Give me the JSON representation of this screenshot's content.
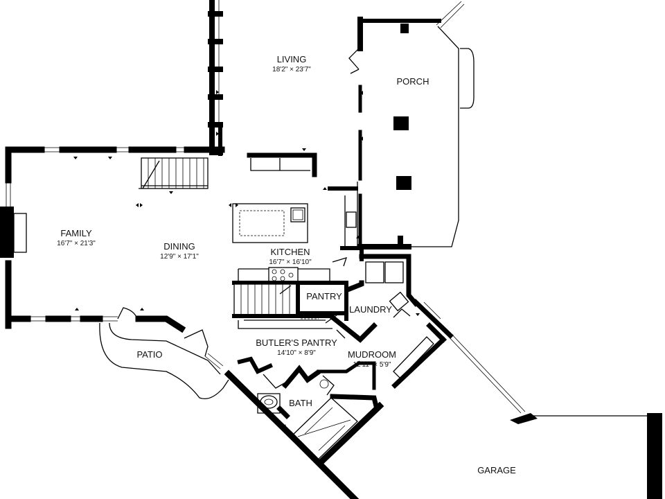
{
  "rooms": {
    "living": {
      "name": "LIVING",
      "dim": "18'2\" × 23'7\""
    },
    "porch": {
      "name": "PORCH",
      "dim": ""
    },
    "family": {
      "name": "FAMILY",
      "dim": "16'7\" × 21'3\""
    },
    "dining": {
      "name": "DINING",
      "dim": "12'9\" × 17'1\""
    },
    "kitchen": {
      "name": "KITCHEN",
      "dim": "16'7\" × 16'10\""
    },
    "pantry": {
      "name": "PANTRY",
      "dim": ""
    },
    "laundry": {
      "name": "LAUNDRY",
      "dim": ""
    },
    "butlers": {
      "name": "BUTLER'S PANTRY",
      "dim": "14'10\" × 8'9\""
    },
    "mudroom": {
      "name": "MUDROOM",
      "dim": "12'11\" × 5'9\""
    },
    "patio": {
      "name": "PATIO",
      "dim": ""
    },
    "bath": {
      "name": "BATH",
      "dim": ""
    },
    "garage": {
      "name": "GARAGE",
      "dim": ""
    }
  },
  "colors": {
    "wall": "#000000",
    "background": "#ffffff"
  }
}
